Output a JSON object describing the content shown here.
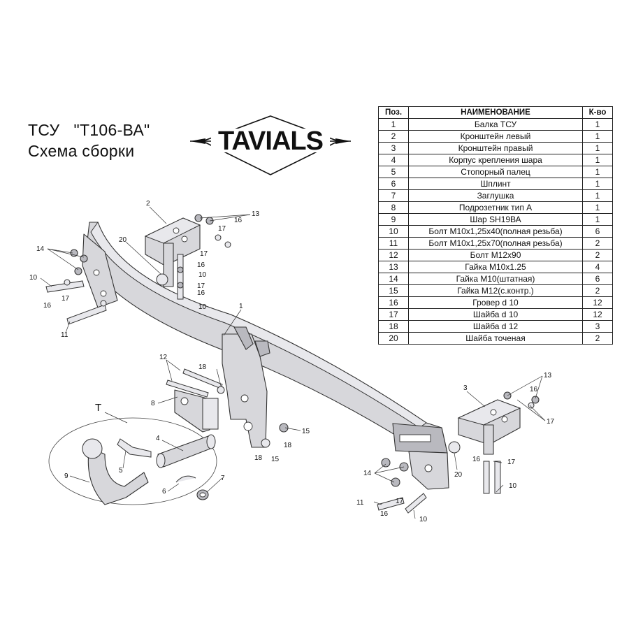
{
  "title": {
    "line1": "ТСУ   \"Т106-ВА\"",
    "line2": "Схема сборки"
  },
  "logo": {
    "text": "TAVIALS"
  },
  "table": {
    "headers": [
      "Поз.",
      "НАИМЕНОВАНИЕ",
      "К-во"
    ],
    "rows": [
      [
        "1",
        "Балка ТСУ",
        "1"
      ],
      [
        "2",
        "Кронштейн левый",
        "1"
      ],
      [
        "3",
        "Кронштейн правый",
        "1"
      ],
      [
        "4",
        "Корпус крепления шара",
        "1"
      ],
      [
        "5",
        "Стопорный палец",
        "1"
      ],
      [
        "6",
        "Шплинт",
        "1"
      ],
      [
        "7",
        "Заглушка",
        "1"
      ],
      [
        "8",
        "Подрозетник тип А",
        "1"
      ],
      [
        "9",
        "Шар SH19ВА",
        "1"
      ],
      [
        "10",
        "Болт М10х1,25х40(полная резьба)",
        "6"
      ],
      [
        "11",
        "Болт М10х1,25х70(полная резьба)",
        "2"
      ],
      [
        "12",
        "Болт М12х90",
        "2"
      ],
      [
        "13",
        "Гайка  М10х1.25",
        "4"
      ],
      [
        "14",
        "Гайка М10(штатная)",
        "6"
      ],
      [
        "15",
        "Гайка М12(с.контр.)",
        "2"
      ],
      [
        "16",
        "Гровер d 10",
        "12"
      ],
      [
        "17",
        "Шайба d 10",
        "12"
      ],
      [
        "18",
        "Шайба d 12",
        "3"
      ],
      [
        "20",
        "Шайба точеная",
        "2"
      ]
    ]
  },
  "drawing": {
    "group_label": "Т",
    "callouts": [
      "1",
      "2",
      "3",
      "4",
      "5",
      "6",
      "7",
      "8",
      "9",
      "10",
      "11",
      "12",
      "13",
      "14",
      "15",
      "16",
      "17",
      "18",
      "20"
    ]
  }
}
